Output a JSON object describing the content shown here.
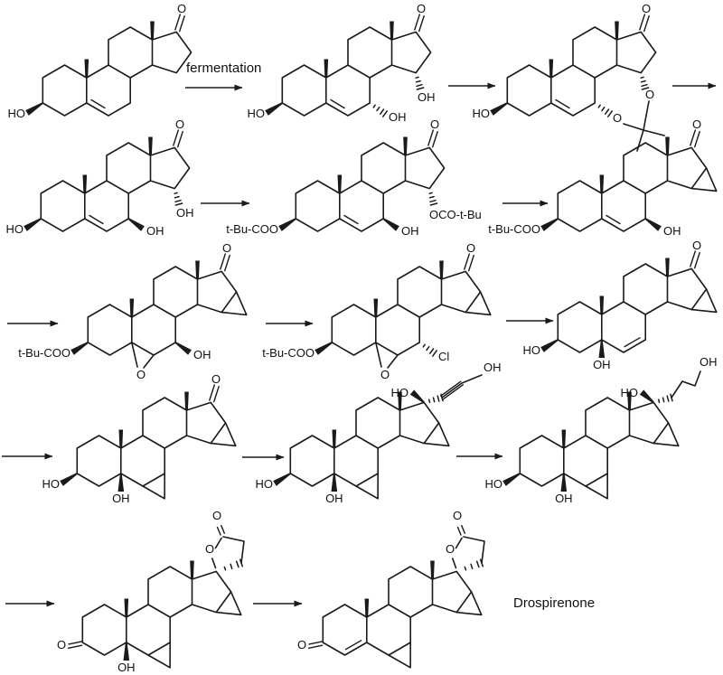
{
  "scheme": {
    "step_label": "fermentation",
    "product_name": "Drospirenone"
  },
  "structures": [
    {
      "name": "androst-5-ene-3b-ol-17-one",
      "features": [
        "3β-OH",
        "Δ5 double bond",
        "17-ketone"
      ],
      "labels": {
        "c3": "HO",
        "c17_keto": "O"
      }
    },
    {
      "name": "7a,15a-dihydroxy-dhea",
      "features": [
        "3β-OH",
        "Δ5 double bond",
        "7α-OH",
        "15α-OH",
        "17-ketone"
      ],
      "labels": {
        "c3": "HO",
        "c7": "OH",
        "c15": "OH",
        "c17_keto": "O"
      }
    },
    {
      "name": "7,15-acetonide",
      "features": [
        "3β-OH",
        "Δ5 double bond",
        "7α,15α-O-isopropylidene",
        "17-ketone"
      ],
      "labels": {
        "c3": "HO",
        "o7": "O",
        "o15": "O",
        "c17_keto": "O"
      }
    },
    {
      "name": "7b,15a-diol",
      "features": [
        "3β-OH",
        "Δ5 double bond",
        "7β-OH",
        "15α-OH",
        "17-ketone"
      ],
      "labels": {
        "c3": "HO",
        "c7": "OH",
        "c15": "OH",
        "c17_keto": "O"
      }
    },
    {
      "name": "3,15-dipivalate",
      "features": [
        "3β-O-pivaloyl",
        "Δ5 double bond",
        "7β-OH",
        "15α-O-pivaloyl",
        "17-ketone"
      ],
      "labels": {
        "c3": "t-Bu-COO",
        "c7": "OH",
        "c15": "OCO-t-Bu",
        "c17_keto": "O"
      }
    },
    {
      "name": "15b,16b-methylene-pivalate",
      "features": [
        "3β-O-pivaloyl",
        "Δ5 double bond",
        "7β-OH",
        "15β,16β-methylene",
        "17-ketone"
      ],
      "labels": {
        "c3": "t-Bu-COO",
        "c7": "OH",
        "c17_keto": "O"
      }
    },
    {
      "name": "5b,6b-epoxide",
      "features": [
        "3β-O-pivaloyl",
        "5β,6β-epoxide",
        "7β-OH",
        "15β,16β-methylene",
        "17-ketone"
      ],
      "labels": {
        "c3": "t-Bu-COO",
        "epoxide_o": "O",
        "c7": "OH",
        "c17_keto": "O"
      }
    },
    {
      "name": "7a-chloro-epoxide",
      "features": [
        "3β-O-pivaloyl",
        "5β,6β-epoxide",
        "7α-Cl",
        "15β,16β-methylene",
        "17-ketone"
      ],
      "labels": {
        "c3": "t-Bu-COO",
        "epoxide_o": "O",
        "c7": "Cl",
        "c17_keto": "O"
      }
    },
    {
      "name": "3b,5b-diol-6-ene",
      "features": [
        "3β-OH",
        "5β-OH",
        "Δ6 double bond",
        "15β,16β-methylene",
        "17-ketone"
      ],
      "labels": {
        "c3": "HO",
        "c5": "OH",
        "c17_keto": "O"
      }
    },
    {
      "name": "bis-methylene-diol",
      "features": [
        "3β-OH",
        "5β-OH",
        "6β,7β-methylene",
        "15β,16β-methylene",
        "17-ketone"
      ],
      "labels": {
        "c3": "HO",
        "c5": "OH",
        "c17_keto": "O"
      }
    },
    {
      "name": "17-propargyl-adduct",
      "features": [
        "3β-OH",
        "5β-OH",
        "6β,7β-methylene",
        "15β,16β-methylene",
        "17β-OH",
        "17α-(3-hydroxyprop-1-ynyl)"
      ],
      "labels": {
        "c3": "HO",
        "c5": "OH",
        "c17": "HO",
        "chain": "OH"
      }
    },
    {
      "name": "17-hydroxypropyl",
      "features": [
        "3β-OH",
        "5β-OH",
        "6β,7β-methylene",
        "15β,16β-methylene",
        "17β-OH",
        "17α-(3-hydroxypropyl)"
      ],
      "labels": {
        "c3": "HO",
        "c5": "OH",
        "c17": "HO",
        "chain": "OH"
      }
    },
    {
      "name": "5b-hydroxy-spirolactone",
      "features": [
        "3-ketone",
        "5β-OH",
        "6β,7β-methylene",
        "15β,16β-methylene",
        "17-spirolactone"
      ],
      "labels": {
        "c3_keto": "O",
        "c5": "OH",
        "lactone_o": "O",
        "lactone_keto": "O"
      }
    },
    {
      "name": "drospirenone",
      "features": [
        "3-ketone",
        "Δ4 double bond",
        "6β,7β-methylene",
        "15β,16β-methylene",
        "17-spirolactone"
      ],
      "labels": {
        "c3_keto": "O",
        "lactone_o": "O",
        "lactone_keto": "O"
      }
    }
  ]
}
